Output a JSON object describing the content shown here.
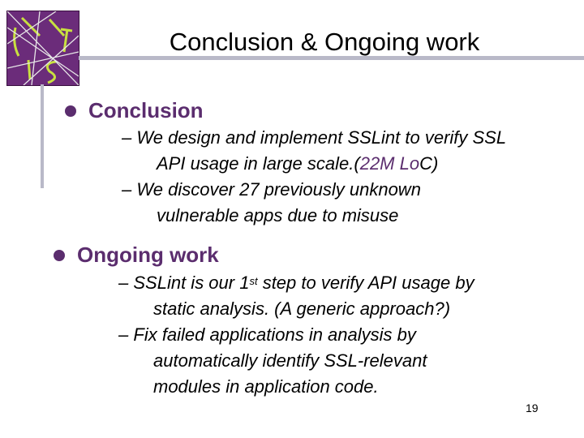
{
  "slide": {
    "title": "Conclusion & Ongoing work",
    "page_number": "19",
    "accent_color": "#5b2d6e"
  },
  "sections": [
    {
      "heading": "Conclusion",
      "items": [
        {
          "dash": "–",
          "line1": "We design and implement SSLint to verify SSL",
          "line2_a": "API usage in large scale.(",
          "line2_hl": "22M Lo",
          "line2_b": "C)"
        },
        {
          "dash": "–",
          "line1": "We discover 27 previously unknown",
          "line2": "vulnerable apps due to misuse"
        }
      ]
    },
    {
      "heading": "Ongoing work",
      "items": [
        {
          "dash": "–",
          "line1_a": "SSLint is our 1",
          "line1_sup": "st",
          "line1_b": " step to verify API usage by",
          "line2": "static analysis. (A generic approach?)"
        },
        {
          "dash": "–",
          "line1": "Fix failed applications in analysis by",
          "line2": "automatically identify SSL-relevant",
          "line3": "modules in application code."
        }
      ]
    }
  ]
}
